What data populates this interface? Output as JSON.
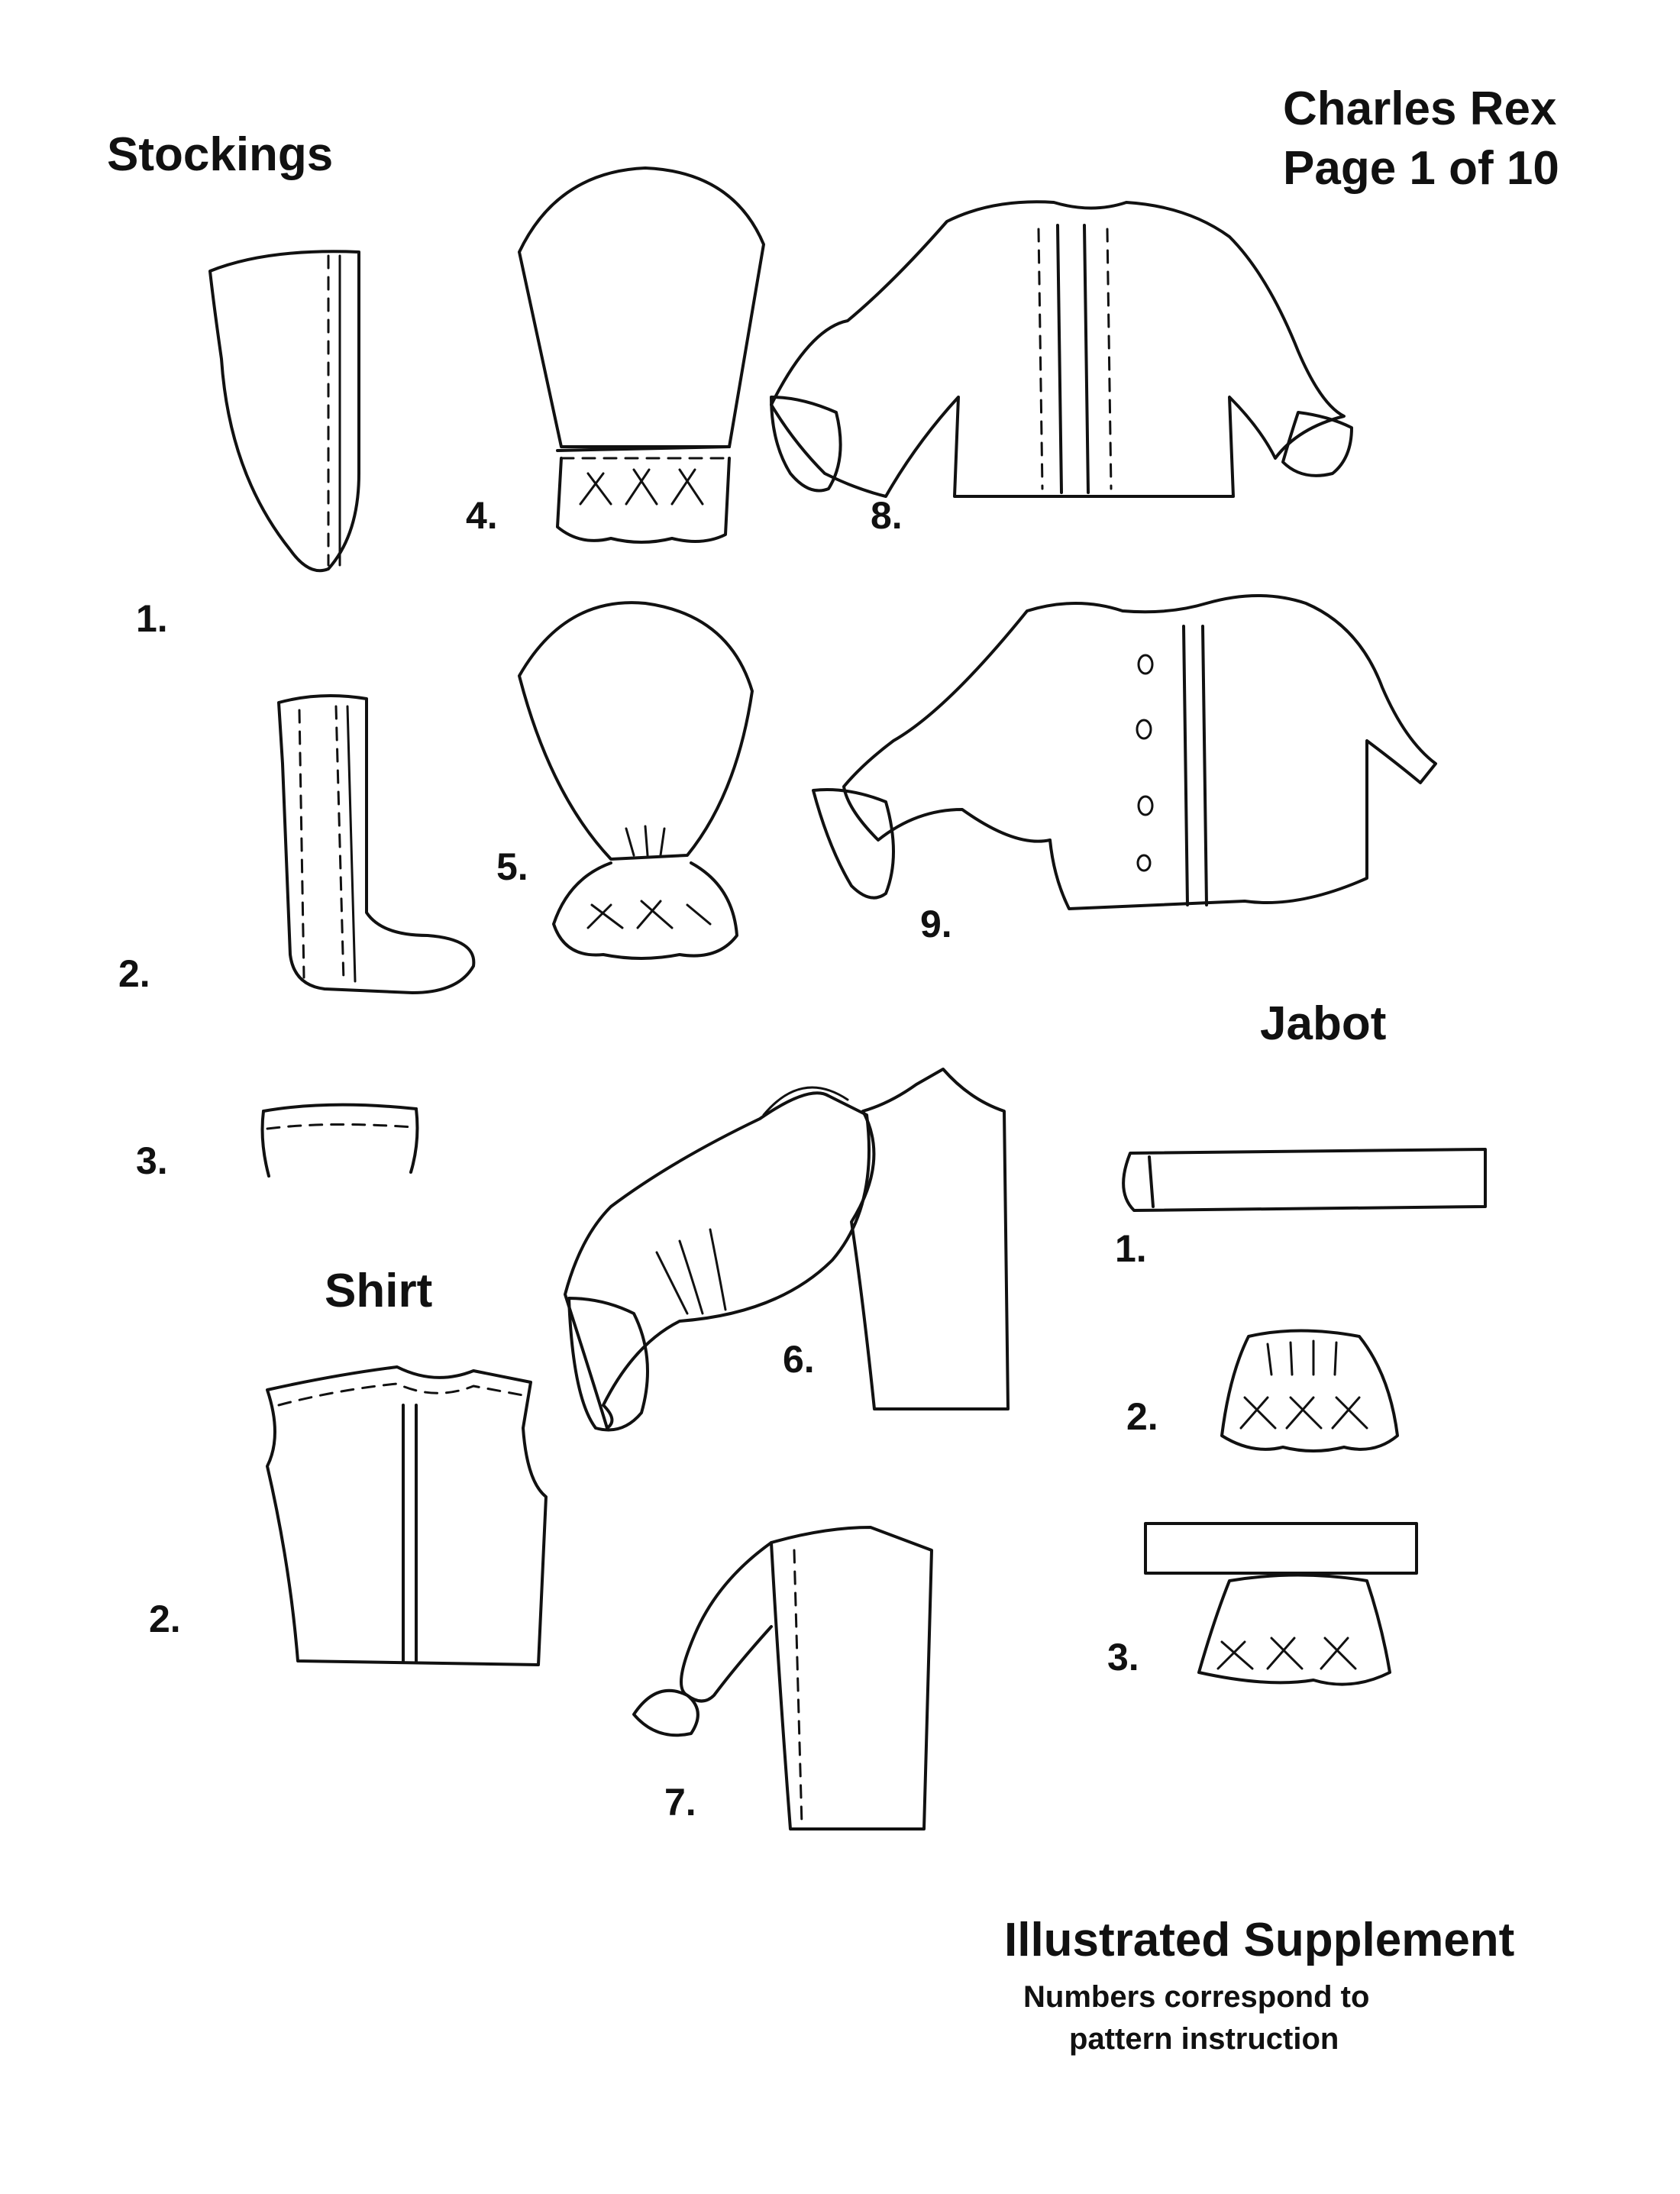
{
  "header": {
    "title": "Charles Rex",
    "page": "Page 1 of 10"
  },
  "sections": {
    "stockings": "Stockings",
    "shirt": "Shirt",
    "jabot": "Jabot"
  },
  "stockings_steps": [
    "1.",
    "2.",
    "3."
  ],
  "shirt_steps": [
    "2.",
    "4.",
    "5.",
    "6.",
    "7.",
    "8.",
    "9."
  ],
  "jabot_steps": [
    "1.",
    "2.",
    "3."
  ],
  "footer": {
    "title": "Illustrated Supplement",
    "note_line1": "Numbers correspond to",
    "note_line2": "pattern instruction"
  }
}
